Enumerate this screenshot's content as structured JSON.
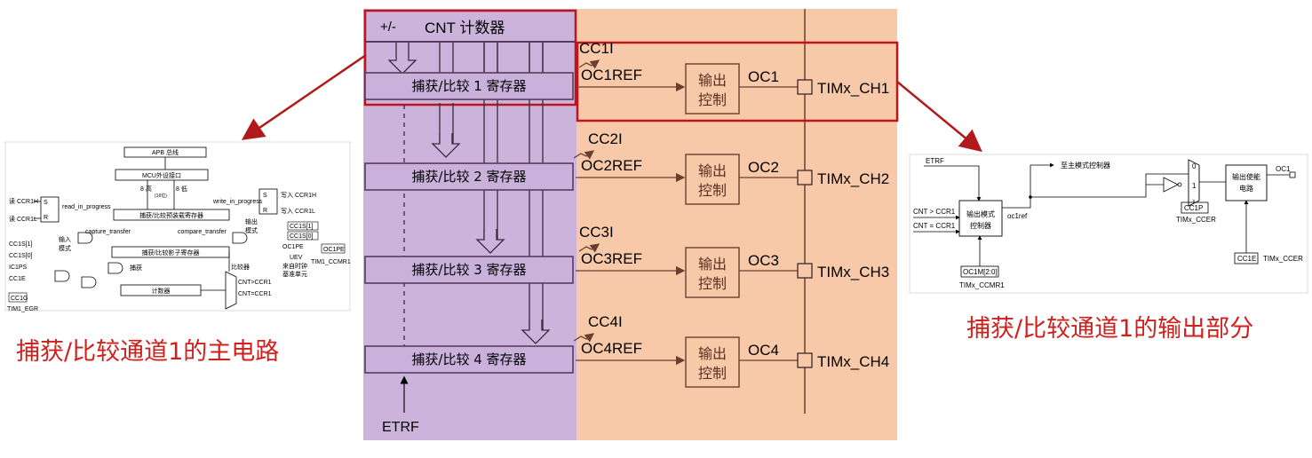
{
  "center": {
    "counter_label": "CNT 计数器",
    "plus_minus": "+/-",
    "etrf": "ETRF",
    "channels": [
      {
        "register": "捕获/比较 1 寄存器",
        "capture_input": "CC1I",
        "ref": "OC1REF",
        "control": [
          "输出",
          "控制"
        ],
        "output": "OC1",
        "pin": "TIMx_CH1"
      },
      {
        "register": "捕获/比较 2 寄存器",
        "capture_input": "CC2I",
        "ref": "OC2REF",
        "control": [
          "输出",
          "控制"
        ],
        "output": "OC2",
        "pin": "TIMx_CH2"
      },
      {
        "register": "捕获/比较 3 寄存器",
        "capture_input": "CC3I",
        "ref": "OC3REF",
        "control": [
          "输出",
          "控制"
        ],
        "output": "OC3",
        "pin": "TIMx_CH3"
      },
      {
        "register": "捕获/比较 4 寄存器",
        "capture_input": "CC4I",
        "ref": "OC4REF",
        "control": [
          "输出",
          "控制"
        ],
        "output": "OC4",
        "pin": "TIMx_CH4"
      }
    ]
  },
  "left_diagram": {
    "caption": "捕获/比较通道1的主电路",
    "apb_bus": "APB 总线",
    "mcu_interface": "MCU外设接口",
    "high_label": "8 高",
    "low_label": "8 低",
    "bit16": "(16位)",
    "read_ccr1h": "读 CCR1H",
    "read_ccr1l": "读 CCR1L",
    "read_in_progress": "read_in_progress",
    "write_in_progress": "write_in_progress",
    "write_ccr1h": "写入 CCR1H",
    "write_ccr1l": "写入 CCR1L",
    "preload_reg": "捕获/比较预装载寄存器",
    "shadow_reg": "捕获/比较影子寄存器",
    "capture_transfer": "capture_transfer",
    "compare_transfer": "compare_transfer",
    "input_mode": [
      "输入",
      "模式"
    ],
    "output_mode": [
      "输出",
      "模式"
    ],
    "cc1s1": "CC1S[1]",
    "cc1s0": "CC1S[0]",
    "cc1s1_r": "CC1S[1]",
    "cc1s0_r": "CC1S[0]",
    "oc1pe": "OC1PE",
    "oc1pe_box": "OC1PE",
    "uev": "UEV",
    "uev_note": [
      "来自时钟",
      "基准单元"
    ],
    "tim1_ccmr1": "TIM1_CCMR1",
    "ic1ps": "IC1PS",
    "cc1e": "CC1E",
    "cc1g": "CC1G",
    "tim1_egr": "TIM1_EGR",
    "capture": "捕获",
    "counter": "计数器",
    "comparator": "比较器",
    "cnt_gt": "CNT>CCR1",
    "cnt_eq": "CNT=CCR1",
    "s": "S",
    "r": "R"
  },
  "right_diagram": {
    "caption": "捕获/比较通道1的输出部分",
    "etrf": "ETRF",
    "to_master": "至主模式控制器",
    "cnt_gt": "CNT > CCR1",
    "cnt_eq": "CNT = CCR1",
    "mode_ctrl": [
      "输出模式",
      "控制器"
    ],
    "oc1ref": "oc1ref",
    "oc1m": "OC1M[2:0]",
    "tim_ccmr1": "TIMx_CCMR1",
    "mux0": "0",
    "mux1": "1",
    "cc1p": "CC1P",
    "tim_ccer": "TIMx_CCER",
    "enable": [
      "输出使能",
      "电路"
    ],
    "oc1": "OC1",
    "cc1e": "CC1E",
    "tim_ccer2": "TIMx_CCER"
  }
}
